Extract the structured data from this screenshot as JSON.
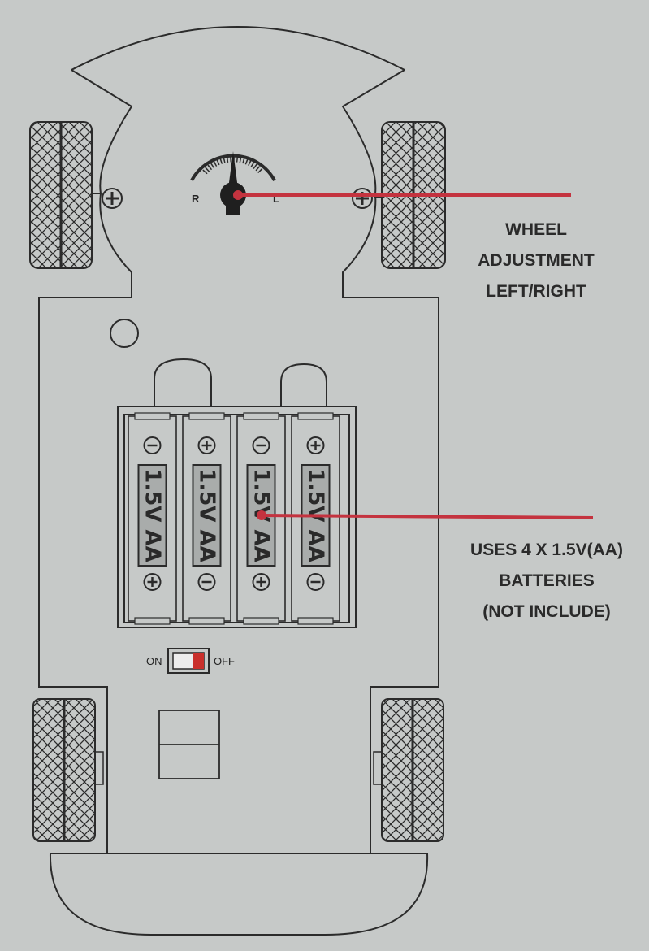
{
  "callouts": {
    "wheel": [
      "WHEEL",
      "ADJUSTMENT",
      "LEFT/RIGHT"
    ],
    "battery": [
      "USES 4 X 1.5V(AA)",
      "BATTERIES",
      "(NOT INCLUDE)"
    ]
  },
  "dial": {
    "left_label": "R",
    "right_label": "L"
  },
  "switch": {
    "on_label": "ON",
    "off_label": "OFF"
  },
  "batteries": [
    {
      "label": "1.5V AA",
      "top_terminal": "minus",
      "bottom_terminal": "plus"
    },
    {
      "label": "1.5V AA",
      "top_terminal": "plus",
      "bottom_terminal": "minus"
    },
    {
      "label": "1.5V AA",
      "top_terminal": "minus",
      "bottom_terminal": "plus"
    },
    {
      "label": "1.5V AA",
      "top_terminal": "plus",
      "bottom_terminal": "minus"
    }
  ],
  "colors": {
    "background": "#c6c9c8",
    "outline": "#2b2b2b",
    "leader_line": "#c4333f",
    "switch_indicator": "#c9302c"
  }
}
